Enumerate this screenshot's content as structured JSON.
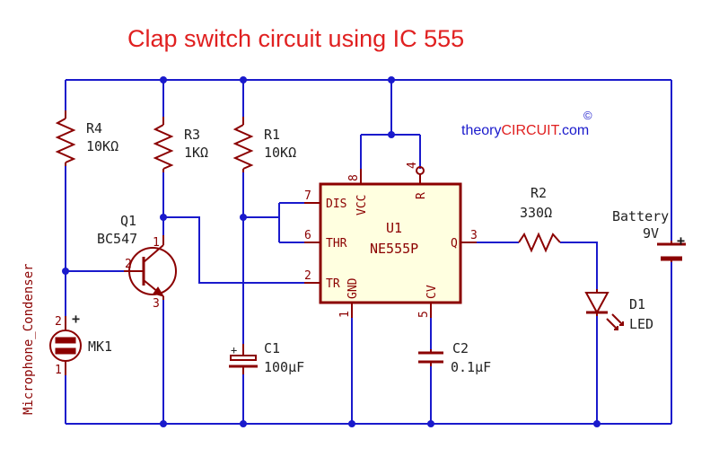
{
  "title": "Clap switch circuit using IC 555",
  "brand": {
    "part1": "theory",
    "part2": "CIRCUIT",
    "part3": ".com",
    "copyright": "©",
    "color1": "#1a1acc",
    "color2": "#e02020"
  },
  "components": {
    "r4": {
      "ref": "R4",
      "value": "10KΩ"
    },
    "r3": {
      "ref": "R3",
      "value": "1KΩ"
    },
    "r1": {
      "ref": "R1",
      "value": "10KΩ"
    },
    "r2": {
      "ref": "R2",
      "value": "330Ω"
    },
    "q1": {
      "ref": "Q1",
      "value": "BC547",
      "pins": [
        "1",
        "2",
        "3"
      ]
    },
    "mk1": {
      "ref": "MK1",
      "value": "Microphone_Condenser",
      "pins": [
        "2",
        "1"
      ],
      "plus": "+"
    },
    "c1": {
      "ref": "C1",
      "value": "100μF",
      "plus": "+"
    },
    "c2": {
      "ref": "C2",
      "value": "0.1μF"
    },
    "d1": {
      "ref": "D1",
      "value": "LED"
    },
    "battery": {
      "ref": "Battery",
      "value": "9V",
      "plus": "+"
    },
    "u1": {
      "ref": "U1",
      "value": "NE555P",
      "pin_labels": {
        "dis": "DIS",
        "thr": "THR",
        "tr": "TR",
        "vcc": "VCC",
        "r": "R",
        "gnd": "GND",
        "cv": "CV",
        "q": "Q"
      },
      "pin_numbers": {
        "dis": "7",
        "thr": "6",
        "tr": "2",
        "vcc": "8",
        "r": "4",
        "gnd": "1",
        "cv": "5",
        "q": "3"
      }
    }
  },
  "colors": {
    "wire": "#1a1acc",
    "component": "#8b0000",
    "title": "#e02020"
  }
}
